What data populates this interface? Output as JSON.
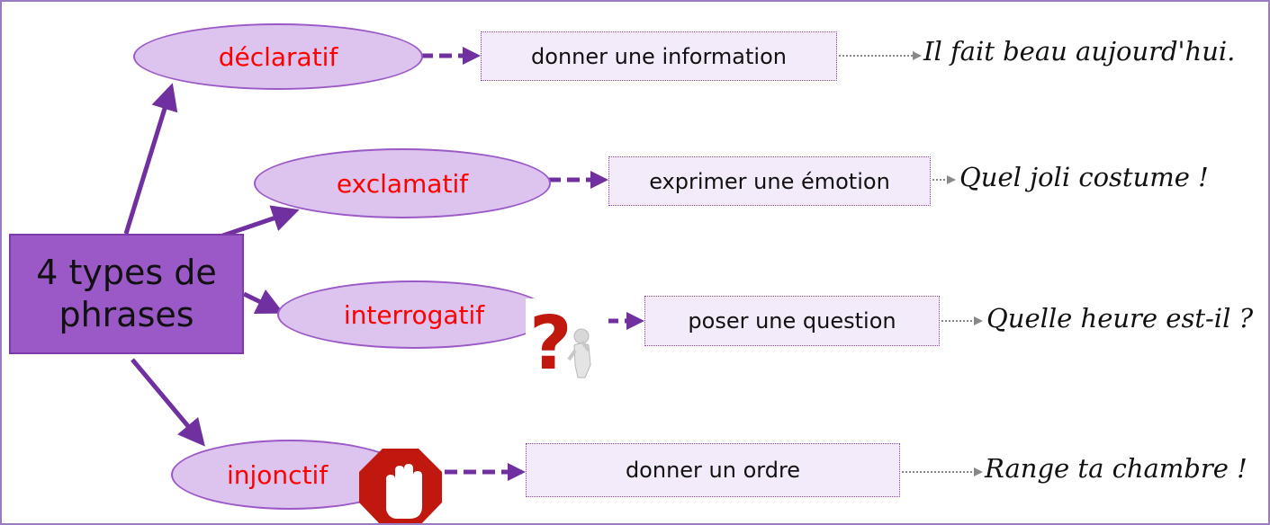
{
  "root": {
    "line1": "4 types de",
    "line2": "phrases"
  },
  "types": [
    {
      "label": "déclaratif",
      "definition": "donner une information",
      "example": "Il fait beau aujourd'hui."
    },
    {
      "label": "exclamatif",
      "definition": "exprimer une émotion",
      "example": "Quel joli costume !"
    },
    {
      "label": "interrogatif",
      "definition": "poser une question",
      "example": "Quelle heure est-il ?"
    },
    {
      "label": "injonctif",
      "definition": "donner un ordre",
      "example": "Range ta chambre !"
    }
  ],
  "icons": {
    "question": "question-mark-figure-icon",
    "stop": "stop-hand-icon"
  },
  "colors": {
    "accent": "#9b59c7",
    "ellipse_fill": "#dcc4ee",
    "type_text": "#ff0000",
    "box_fill": "#f3ebf9",
    "arrow_dashed": "#7030a0",
    "arrow_dotted": "#888888",
    "stop_red": "#c0180e"
  }
}
